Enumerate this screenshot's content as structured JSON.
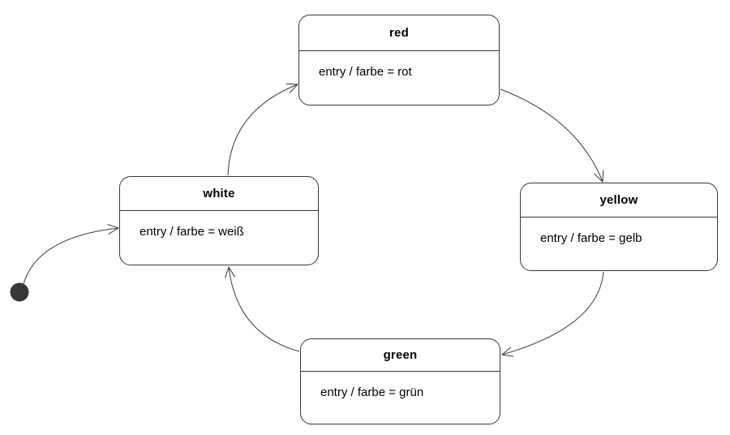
{
  "diagram": {
    "type": "uml-state-machine",
    "states": [
      {
        "name": "red",
        "entry_action": "entry / farbe = rot"
      },
      {
        "name": "yellow",
        "entry_action": "entry / farbe = gelb"
      },
      {
        "name": "green",
        "entry_action": "entry / farbe = grün"
      },
      {
        "name": "white",
        "entry_action": "entry / farbe = weiß"
      }
    ],
    "initial_transition": {
      "from": "initial",
      "to": "white"
    },
    "transitions": [
      {
        "from": "white",
        "to": "red"
      },
      {
        "from": "red",
        "to": "yellow"
      },
      {
        "from": "yellow",
        "to": "green"
      },
      {
        "from": "green",
        "to": "white"
      }
    ],
    "colors": {
      "line": "#383838",
      "state_fill": "#ffffff",
      "background": "#ffffff",
      "text": "#000000"
    }
  }
}
